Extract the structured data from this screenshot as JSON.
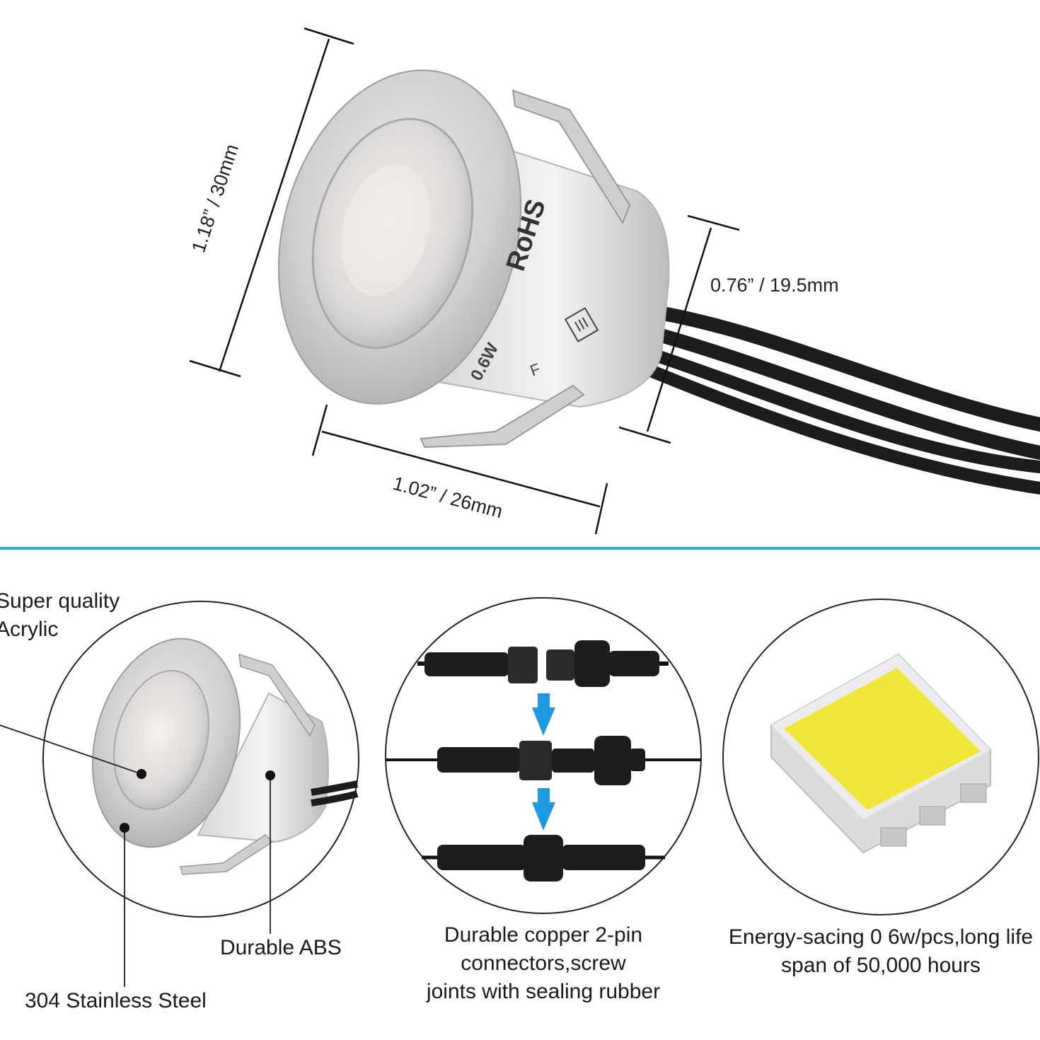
{
  "dimensions": {
    "height": "1.18”  /  30mm",
    "depth": "0.76”  /  19.5mm",
    "diameter": "1.02”  /  26mm"
  },
  "product_marks": {
    "rohs": "RoHS",
    "class": "III",
    "flag": "F",
    "power": "0.6W"
  },
  "features": {
    "acrylic": "Super quality\nAcrylic",
    "abs": "Durable ABS",
    "steel": "304 Stainless Steel",
    "connectors_line1": "Durable copper 2-pin",
    "connectors_line2": "connectors,screw",
    "connectors_line3": "joints with sealing rubber",
    "led_line1": "Energy-sacing 0 6w/pcs,long life",
    "led_line2": "span of 50,000 hours"
  },
  "colors": {
    "divider": "#2aa8e0",
    "arrow": "#1e9be0",
    "led_chip": "#f2e63a",
    "steel": "#c9c9cb",
    "cable": "#1c1c1c"
  },
  "icons": [
    "arrow-down-icon",
    "dot-icon"
  ]
}
